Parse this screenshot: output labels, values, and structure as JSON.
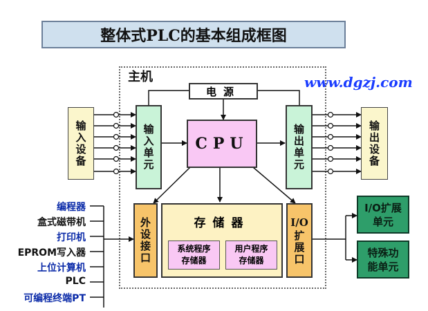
{
  "title": "整体式PLC的基本组成框图",
  "website": "www.dgzj.com",
  "host_label": "主机",
  "power": "电源",
  "cpu": "CPU",
  "input_device": "输入设备",
  "input_unit": "输入单元",
  "output_unit": "输出单元",
  "output_device": "输出设备",
  "ext_interface": "外设接口",
  "memory": {
    "title": "存储器",
    "system": "系统程序\n存储器",
    "user": "用户程序\n存储器"
  },
  "io_port": "I/O扩展口",
  "io_port_top": "I/O",
  "io_port_bottom": "扩展口",
  "io_ext_unit": "I/O扩展\n单元",
  "special_unit": "特殊功\n能单元",
  "peripherals": [
    {
      "label": "编程器",
      "color": "blue"
    },
    {
      "label": "盒式磁带机",
      "color": "black"
    },
    {
      "label": "打印机",
      "color": "blue"
    },
    {
      "label": "EPROM写入器",
      "color": "black"
    },
    {
      "label": "上位计算机",
      "color": "blue"
    },
    {
      "label": "PLC",
      "color": "black"
    },
    {
      "label": "可编程终端PT",
      "color": "blue"
    }
  ]
}
